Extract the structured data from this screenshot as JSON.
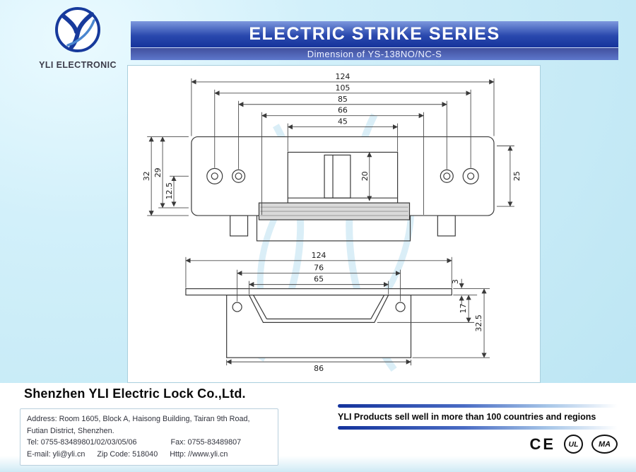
{
  "colors": {
    "page_background": "#cdeef8",
    "banner_blue": "#16339b",
    "banner_light_blue": "#5d77cb",
    "line_color": "#3a3a3a",
    "watermark_blue": "#bfe2f0"
  },
  "header": {
    "logo_text": "YLI ELECTRONIC",
    "banner_title": "ELECTRIC STRIKE SERIES",
    "banner_subtitle": "Dimension of YS-138NO/NC-S"
  },
  "drawing": {
    "top_view": {
      "width_dims": [
        "124",
        "105",
        "85",
        "66",
        "45"
      ],
      "left_dims": [
        "32",
        "29",
        "12.5"
      ],
      "center_dim": "20",
      "right_dim": "25"
    },
    "bottom_view": {
      "width_dims": [
        "124",
        "76",
        "65"
      ],
      "right_dims": [
        "3",
        "17",
        "32.5"
      ],
      "bottom_dim": "86"
    }
  },
  "footer": {
    "company": "Shenzhen YLI Electric Lock Co.,Ltd.",
    "address_line1": "Address: Room 1605, Block A, Haisong Building, Tairan 9th Road,",
    "address_line2": "Futian District, Shenzhen.",
    "tel": "Tel: 0755-83489801/02/03/05/06",
    "fax": "Fax: 0755-83489807",
    "email": "E-mail: yli@yli.cn",
    "zip": "Zip Code: 518040",
    "http": "Http: //www.yli.cn",
    "tagline": "YLI Products sell well in more than 100 countries and regions",
    "certs": {
      "ce": "CE",
      "ul": "UL",
      "ma": "MA"
    }
  }
}
